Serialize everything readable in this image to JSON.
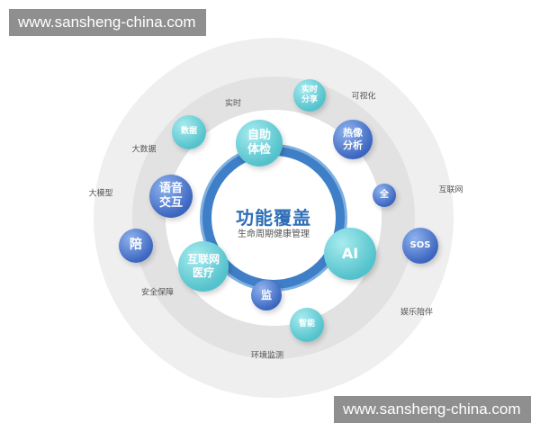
{
  "watermark": {
    "top": "www.sansheng-china.com",
    "bottom": "www.sansheng-china.com"
  },
  "center": {
    "title": "功能覆盖",
    "subtitle": "生命周期健康管理"
  },
  "ring_labels": {
    "realtime": "实时",
    "visual": "可视化",
    "bigdata": "大数据",
    "bigmodel": "大模型",
    "internet": "互联网",
    "security": "安全保障",
    "companion": "娱乐陪伴",
    "env": "环境监测"
  },
  "nodes": {
    "self_check": [
      "自助",
      "体检"
    ],
    "share": [
      "实时",
      "分享"
    ],
    "data": "数据",
    "thermal": [
      "热像",
      "分析"
    ],
    "voice": [
      "语音",
      "交互"
    ],
    "all": "全",
    "accompany": "陪",
    "ai": "AI",
    "internet_med": [
      "互联网",
      "医疗"
    ],
    "sos": "SOS",
    "monitor": "监",
    "smart": "智能"
  },
  "colors": {
    "teal": "#54c2cc",
    "blue": "#3b65bf",
    "ring_blue": "#3f7fc8",
    "title": "#2f6fb8"
  }
}
